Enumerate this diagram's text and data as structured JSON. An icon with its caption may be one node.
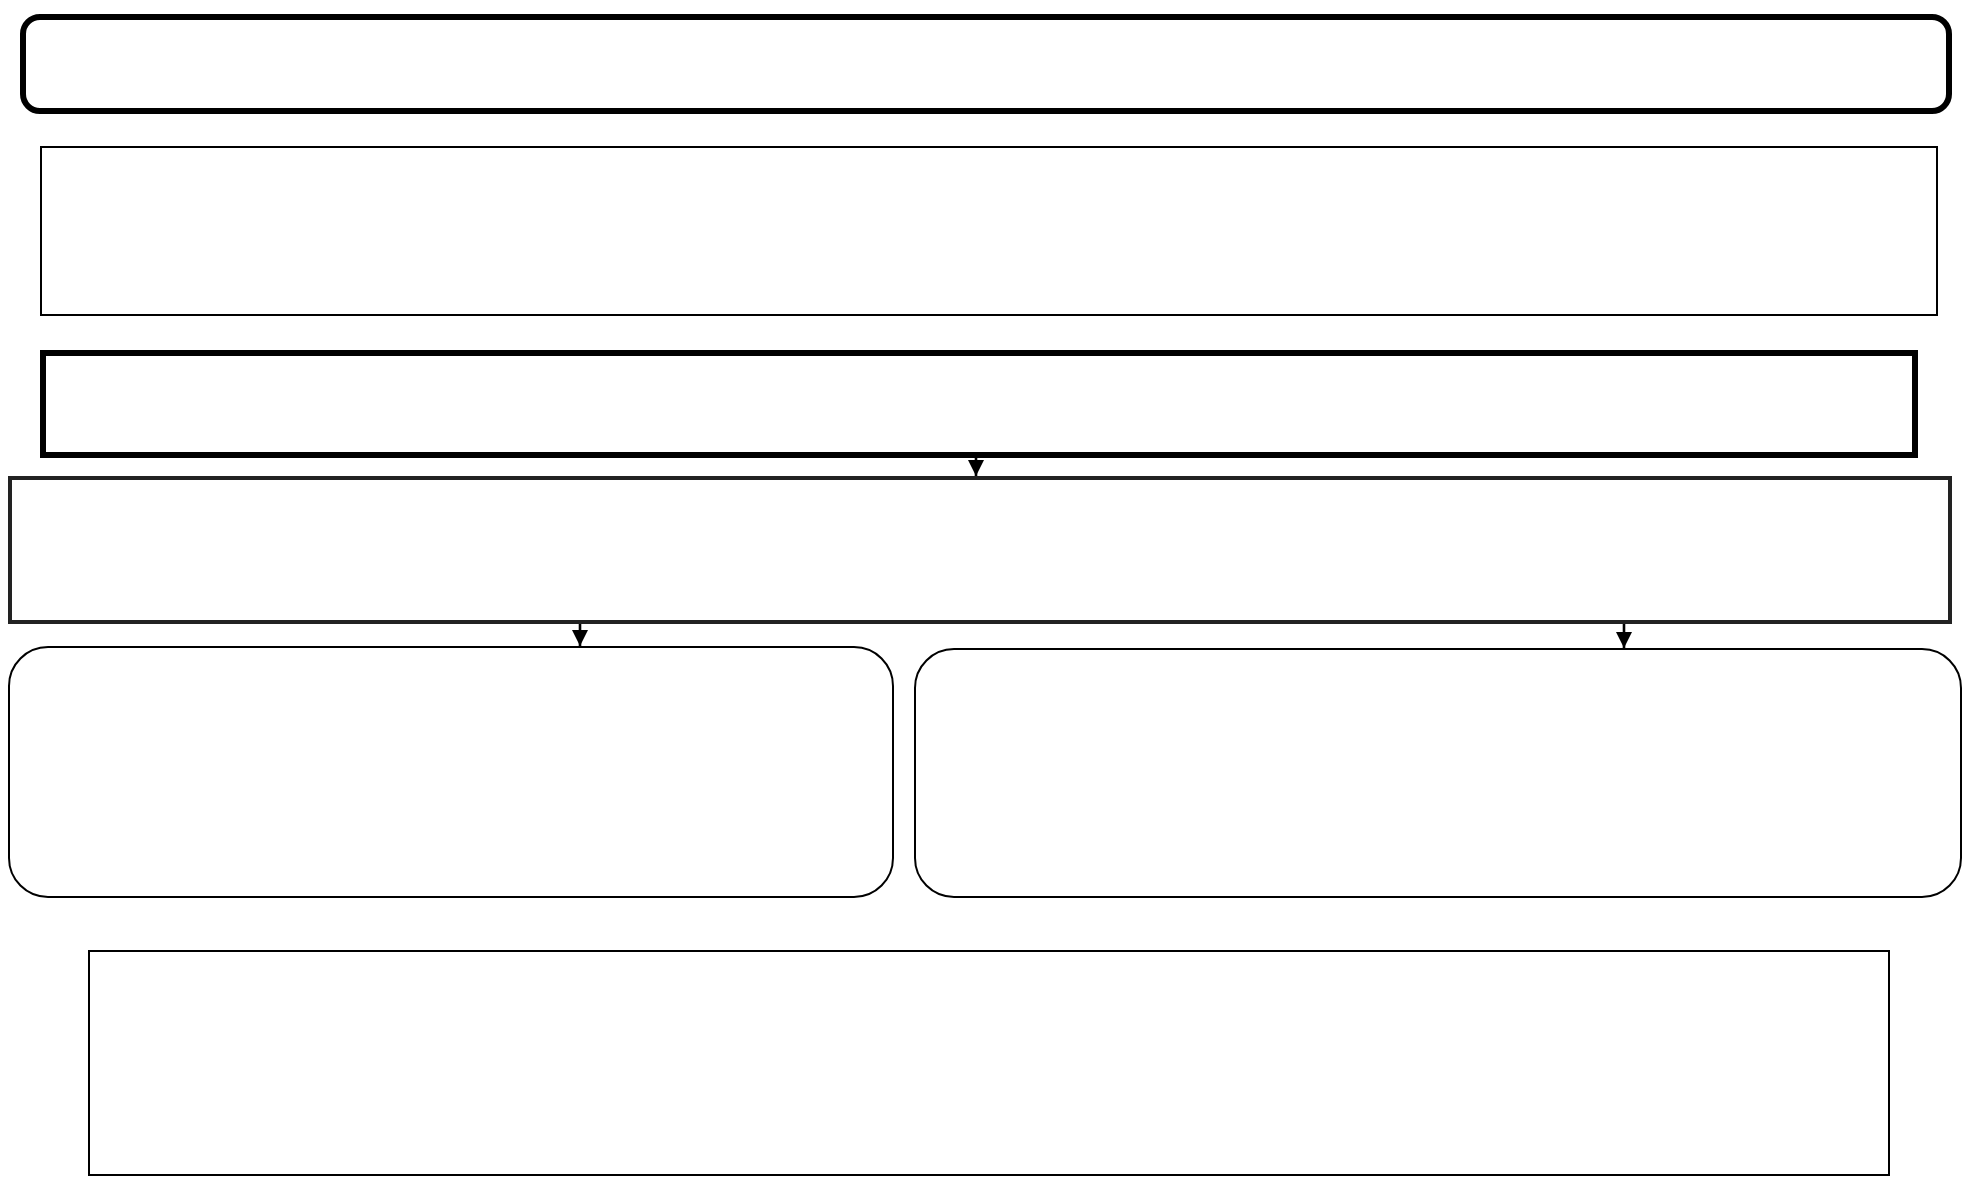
{
  "diagram": {
    "nodes": [
      {
        "text": [],
        "shape": "box"
      },
      {
        "text": [],
        "shape": "box"
      },
      {
        "text": [],
        "shape": "box"
      },
      {
        "text": [],
        "shape": "box"
      },
      {
        "text": [],
        "shape": "box"
      },
      {
        "text": [],
        "shape": "box"
      },
      {
        "text": [],
        "shape": "box"
      }
    ],
    "edges": [
      {
        "from": 2,
        "to": 3,
        "arrow": "to"
      },
      {
        "from": 3,
        "to": 4,
        "arrow": "to"
      },
      {
        "from": 3,
        "to": 5,
        "arrow": "to"
      }
    ]
  }
}
